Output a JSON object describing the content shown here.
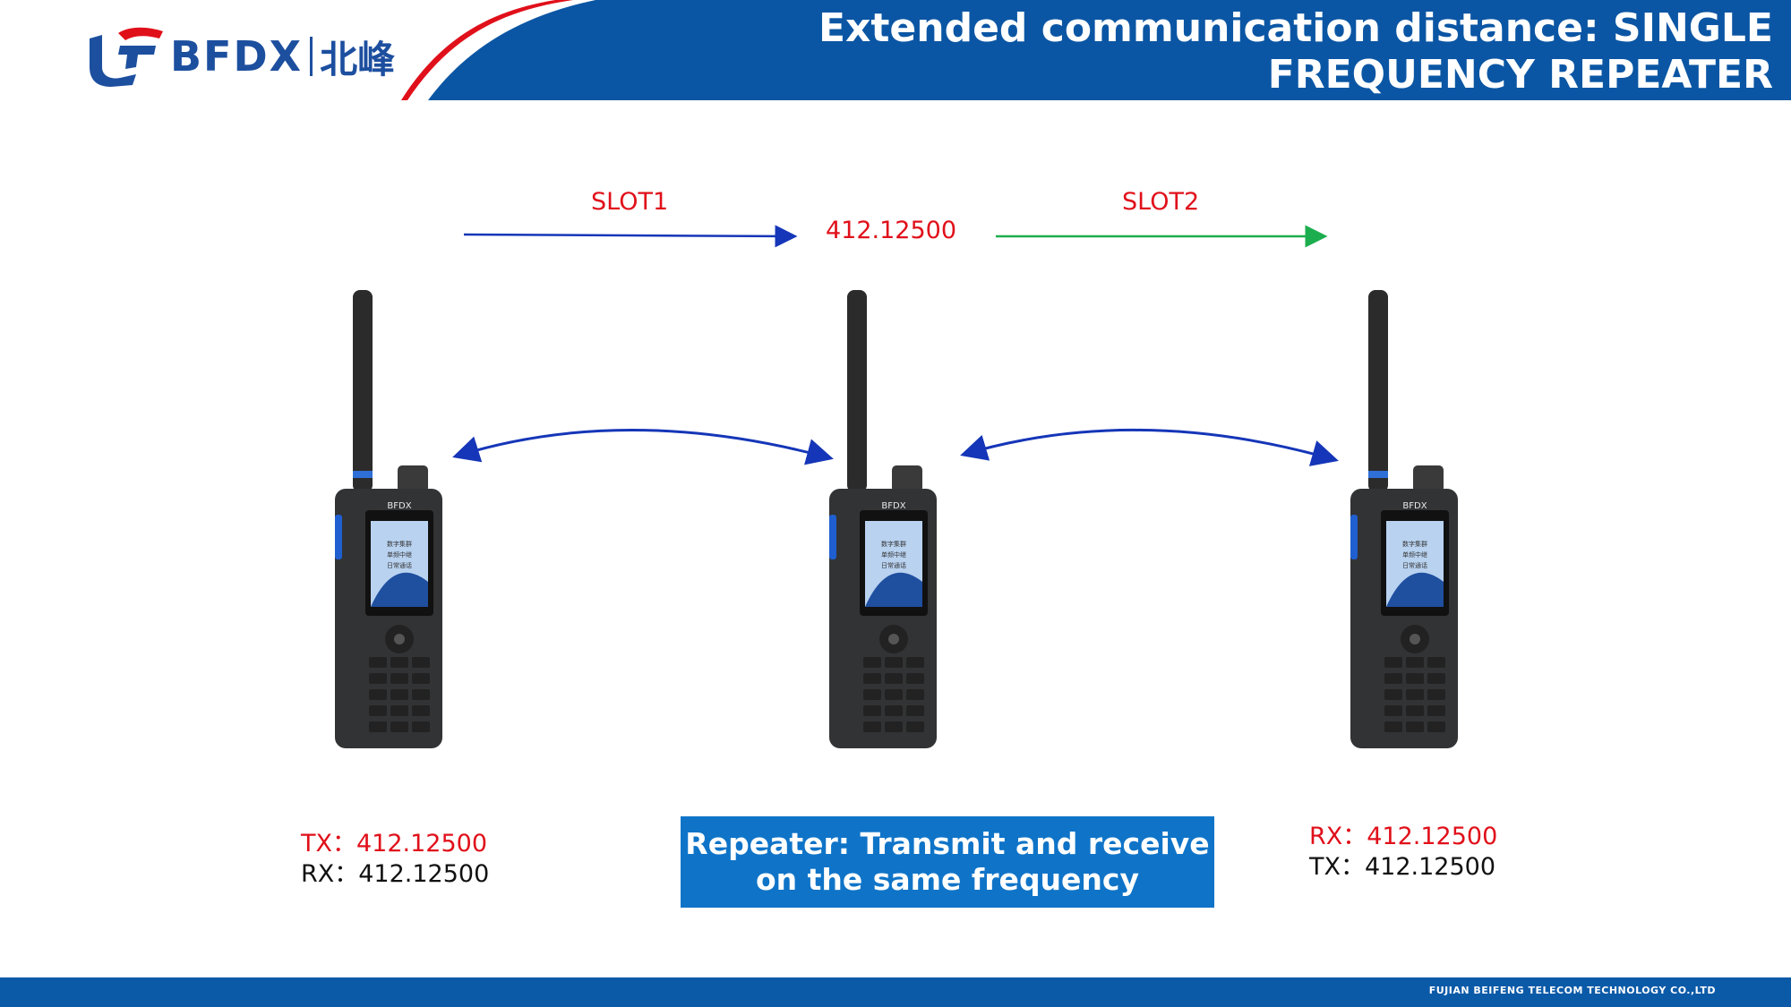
{
  "header": {
    "brand": "BFDX",
    "brand_cn": "北峰",
    "title_line1": "Extended communication distance: SINGLE",
    "title_line2": "FREQUENCY REPEATER"
  },
  "diagram": {
    "slot1": "SLOT1",
    "slot2": "SLOT2",
    "center_freq": "412.12500",
    "left_tx": "TX：412.12500",
    "left_rx": "RX：412.12500",
    "right_rx": "RX：412.12500",
    "right_tx": "TX：412.12500",
    "repeater_line1": "Repeater: Transmit and receive",
    "repeater_line2": "on the same frequency",
    "radio_screen_lines": [
      "数字集群",
      "单频中继",
      "日常通话"
    ]
  },
  "colors": {
    "brand_blue": "#1d4f9f",
    "header_blue": "#0b56a4",
    "accent_red": "#e0101a",
    "arrow_blue": "#1536b8",
    "arrow_green": "#1cae4e",
    "box_blue": "#0f74c8"
  },
  "footer": {
    "company": "FUJIAN BEIFENG TELECOM TECHNOLOGY CO.,LTD"
  }
}
